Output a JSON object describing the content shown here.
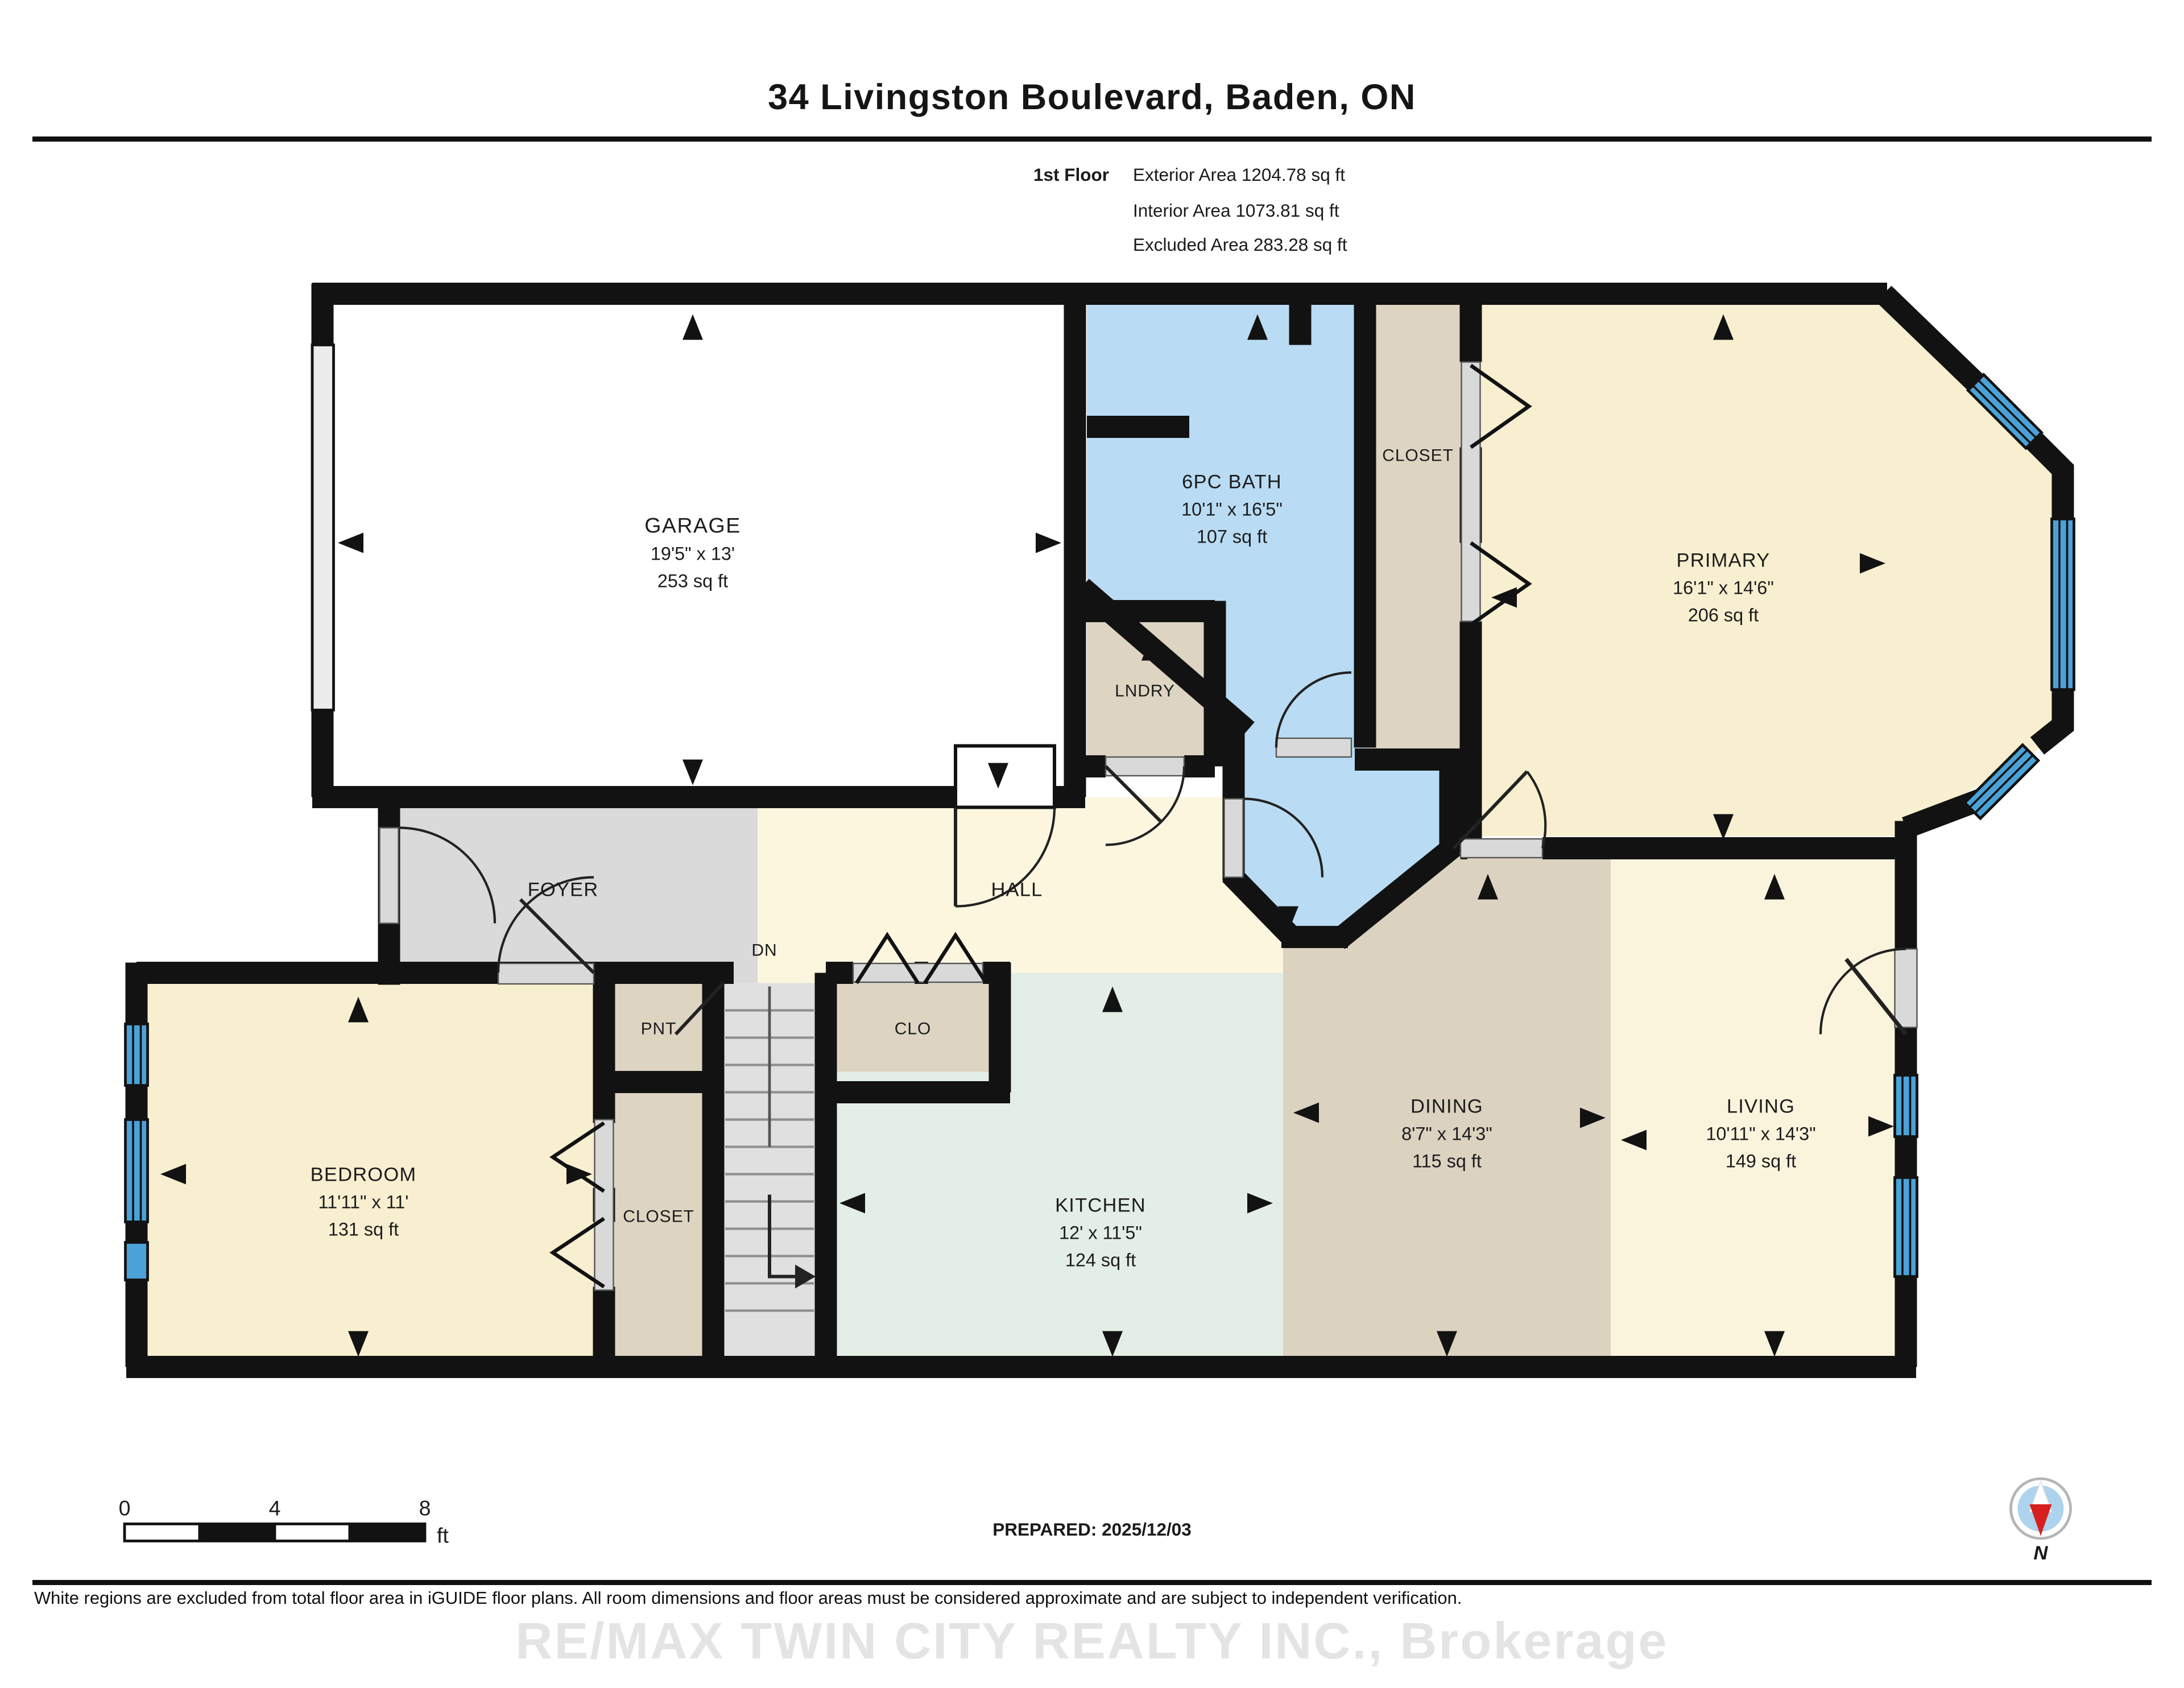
{
  "header": {
    "title": "34 Livingston Boulevard, Baden, ON",
    "floor_label": "1st Floor",
    "exterior_area": "Exterior Area 1204.78 sq ft",
    "interior_area": "Interior Area 1073.81 sq ft",
    "excluded_area": "Excluded Area 283.28 sq ft"
  },
  "rooms": {
    "garage": {
      "name": "GARAGE",
      "dims": "19'5\" x 13'",
      "area": "253 sq ft"
    },
    "bath": {
      "name": "6PC BATH",
      "dims": "10'1\" x 16'5\"",
      "area": "107 sq ft"
    },
    "primary": {
      "name": "PRIMARY",
      "dims": "16'1\" x 14'6\"",
      "area": "206 sq ft"
    },
    "bedroom": {
      "name": "BEDROOM",
      "dims": "11'11\" x 11'",
      "area": "131 sq ft"
    },
    "kitchen": {
      "name": "KITCHEN",
      "dims": "12' x 11'5\"",
      "area": "124 sq ft"
    },
    "dining": {
      "name": "DINING",
      "dims": "8'7\" x 14'3\"",
      "area": "115 sq ft"
    },
    "living": {
      "name": "LIVING",
      "dims": "10'11\" x 14'3\"",
      "area": "149 sq ft"
    },
    "closet_primary": {
      "label": "CLOSET"
    },
    "closet_bedroom": {
      "label": "CLOSET"
    },
    "lndry": {
      "label": "LNDRY"
    },
    "foyer": {
      "label": "FOYER"
    },
    "hall": {
      "label": "HALL"
    },
    "dn": {
      "label": "DN"
    },
    "pnt": {
      "label": "PNT"
    },
    "clo": {
      "label": "CLO"
    }
  },
  "footer": {
    "scale": {
      "t0": "0",
      "t4": "4",
      "t8": "8",
      "unit": "ft"
    },
    "prepared": "PREPARED: 2025/12/03",
    "compass_n": "N",
    "disclaimer": "White regions are excluded from total floor area in iGUIDE floor plans. All room dimensions and floor areas must be considered approximate and are subject to independent verification.",
    "watermark": "RE/MAX TWIN CITY REALTY INC., Brokerage"
  },
  "colors": {
    "wall": "#121212",
    "bath_blue": "#b9dcf4",
    "window_blue": "#4aa2d9",
    "bedroom_cream": "#f8efd0",
    "hall_cream": "#fcf6df",
    "living_cream": "#fbf4dc",
    "kitchen_mint": "#e3efe6",
    "dining_tan": "#dbd2c0",
    "closet_tan": "#ddd4c2",
    "foyer_gray": "#dadada",
    "garage_white": "#ffffff",
    "compass_red": "#d81f1f"
  }
}
